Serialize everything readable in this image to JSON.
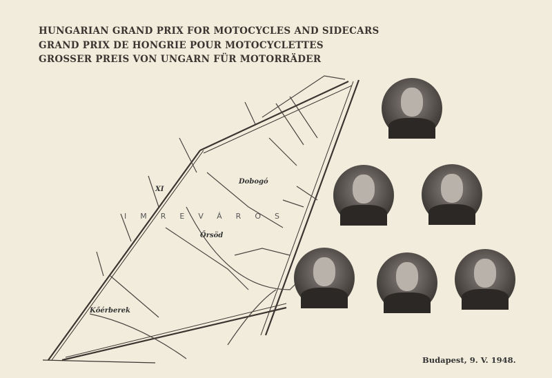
{
  "titles": [
    "HUNGARIAN GRAND PRIX FOR MOTOCYCLES AND SIDECARS",
    "GRAND PRIX DE HONGRIE POUR MOTOCYCLETTES",
    "GROSSER PREIS VON UNGARN FÜR MOTORRÄDER"
  ],
  "map": {
    "district_number": "XI",
    "district_name": "IMREVÁROS",
    "places": [
      "Dobogó",
      "Őrsöd",
      "Kőérberek"
    ]
  },
  "footer": "Budapest, 9. V. 1948.",
  "portraits": [
    "rider-1",
    "rider-2",
    "rider-3",
    "rider-4",
    "rider-5",
    "rider-6"
  ]
}
